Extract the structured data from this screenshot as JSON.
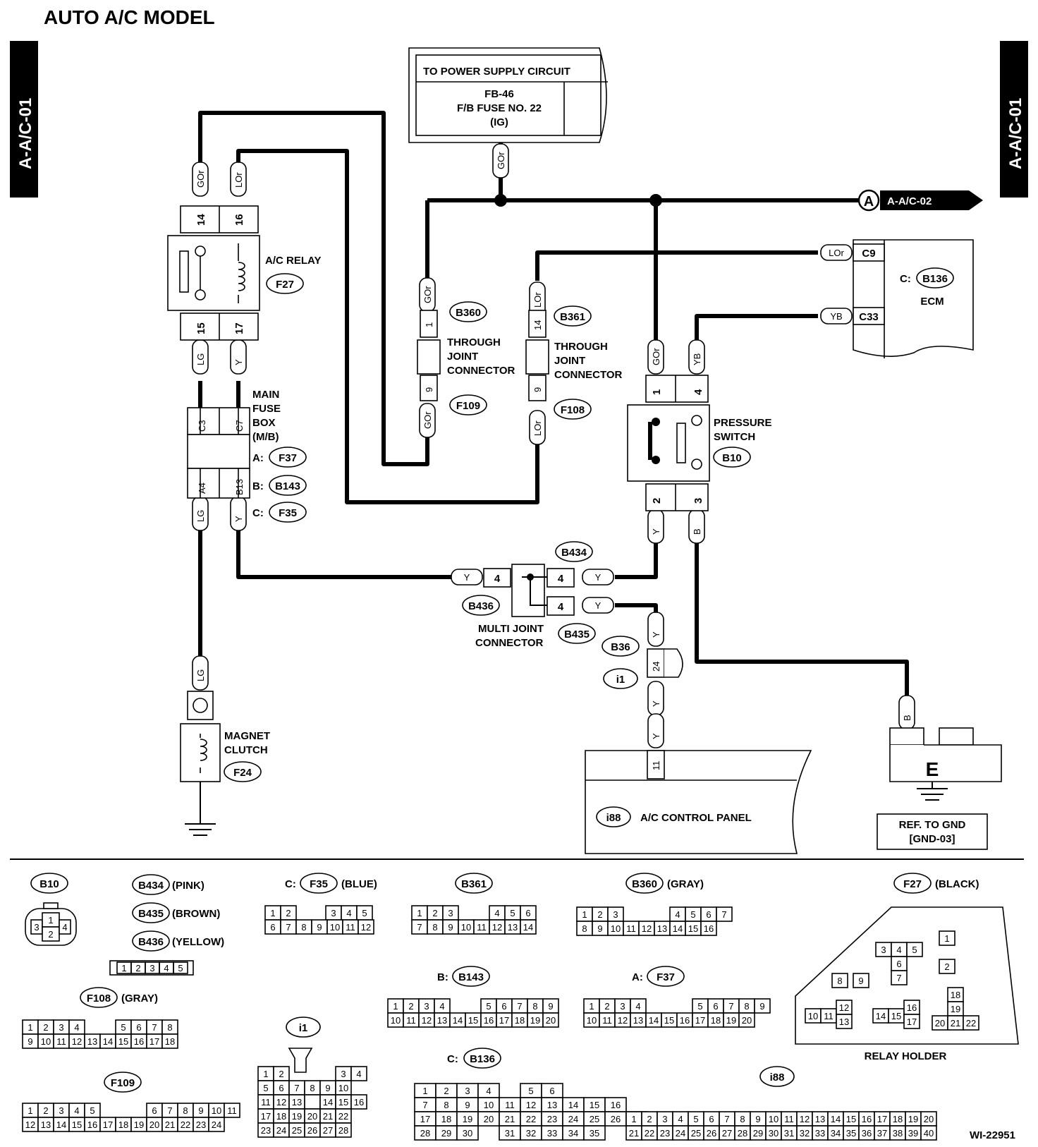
{
  "title": "AUTO A/C MODEL",
  "side_tab_left": "A-A/C-01",
  "side_tab_right": "A-A/C-01",
  "power_supply": {
    "header": "TO POWER SUPPLY CIRCUIT",
    "line1": "FB-46",
    "line2": "F/B FUSE NO. 22",
    "line3": "(IG)"
  },
  "offpage": {
    "circle": "A",
    "label": "A-A/C-02"
  },
  "wire_colors": {
    "gor": "GOr",
    "lor": "LOr",
    "lg": "LG",
    "y": "Y",
    "yb": "YB",
    "b": "B"
  },
  "ac_relay": {
    "label": "A/C RELAY",
    "connector": "F27",
    "pins": [
      "14",
      "16",
      "15",
      "17"
    ]
  },
  "main_fuse_box": {
    "label_lines": [
      "MAIN",
      "FUSE",
      "BOX",
      "(M/B)"
    ],
    "pins_top": [
      "C3",
      "C7"
    ],
    "pins_bottom": [
      "A4",
      "B13"
    ],
    "connectors": [
      {
        "prefix": "A:",
        "id": "F37"
      },
      {
        "prefix": "B:",
        "id": "B143"
      },
      {
        "prefix": "C:",
        "id": "F35"
      }
    ]
  },
  "through_joint_1": {
    "label_lines": [
      "THROUGH",
      "JOINT",
      "CONNECTOR"
    ],
    "top_id": "B360",
    "bottom_id": "F109",
    "pin_top": "1",
    "pin_bottom": "9"
  },
  "through_joint_2": {
    "label_lines": [
      "THROUGH",
      "JOINT",
      "CONNECTOR"
    ],
    "top_id": "B361",
    "bottom_id": "F108",
    "pin_top": "14",
    "pin_bottom": "9"
  },
  "ecm": {
    "label": "ECM",
    "prefix": "C:",
    "connector": "B136",
    "pins": [
      "C9",
      "C33"
    ]
  },
  "pressure_switch": {
    "label_lines": [
      "PRESSURE",
      "SWITCH"
    ],
    "connector": "B10",
    "pins": [
      "1",
      "4",
      "2",
      "3"
    ]
  },
  "multi_joint": {
    "label_lines": [
      "MULTI JOINT",
      "CONNECTOR"
    ],
    "ids": [
      "B434",
      "B436",
      "B435"
    ],
    "pin": "4"
  },
  "magnet_clutch": {
    "label_lines": [
      "MAGNET",
      "CLUTCH"
    ],
    "connector": "F24"
  },
  "control_panel": {
    "connector": "i88",
    "label": "A/C CONTROL PANEL",
    "pin": "11"
  },
  "harness_i1": {
    "ids": [
      "B36",
      "i1"
    ],
    "pin": "24"
  },
  "ground": {
    "letter": "E",
    "ref_line1": "REF. TO GND",
    "ref_line2": "[GND-03]"
  },
  "connector_views": {
    "b10": {
      "id": "B10",
      "pins": [
        "1",
        "2",
        "3",
        "4"
      ]
    },
    "b434": {
      "id": "B434",
      "color": "(PINK)"
    },
    "b435": {
      "id": "B435",
      "color": "(BROWN)"
    },
    "b436": {
      "id": "B436",
      "color": "(YELLOW)"
    },
    "b434_pins": [
      "1",
      "2",
      "3",
      "4",
      "5"
    ],
    "f35": {
      "prefix": "C:",
      "id": "F35",
      "color": "(BLUE)"
    },
    "b361": {
      "id": "B361"
    },
    "b360": {
      "id": "B360",
      "color": "(GRAY)"
    },
    "f27": {
      "id": "F27",
      "color": "(BLACK)",
      "caption": "RELAY HOLDER"
    },
    "f108": {
      "id": "F108",
      "color": "(GRAY)"
    },
    "b143": {
      "prefix": "B:",
      "id": "B143"
    },
    "f37": {
      "prefix": "A:",
      "id": "F37"
    },
    "i1": {
      "id": "i1"
    },
    "f109": {
      "id": "F109"
    },
    "b136": {
      "prefix": "C:",
      "id": "B136"
    },
    "i88": {
      "id": "i88"
    }
  },
  "figure_id": "WI-22951"
}
